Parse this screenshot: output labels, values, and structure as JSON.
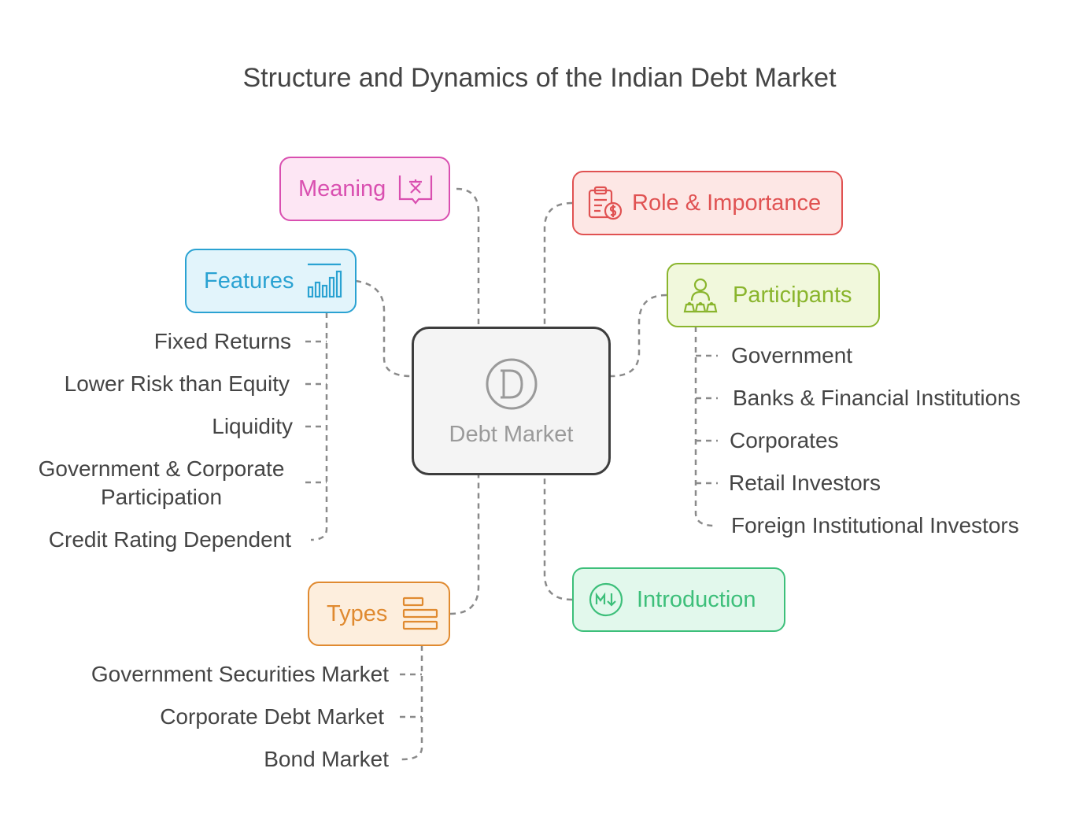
{
  "title": "Structure and Dynamics of the Indian Debt Market",
  "center": {
    "label": "Debt Market",
    "icon": "d-letter-icon"
  },
  "nodes": {
    "meaning": {
      "label": "Meaning",
      "icon": "translate-book-icon",
      "color": "#d94fb0"
    },
    "role": {
      "label": "Role & Importance",
      "icon": "clipboard-dollar-icon",
      "color": "#e05252"
    },
    "features": {
      "label": "Features",
      "icon": "bar-chart-icon",
      "color": "#2aa2d2"
    },
    "participants": {
      "label": "Participants",
      "icon": "people-icon",
      "color": "#8ab52d"
    },
    "types": {
      "label": "Types",
      "icon": "stacked-bars-icon",
      "color": "#e08a30"
    },
    "introduction": {
      "label": "Introduction",
      "icon": "markdown-icon",
      "color": "#3dbf7a"
    }
  },
  "features_items": [
    "Fixed Returns",
    "Lower Risk than Equity",
    "Liquidity",
    "Government & Corporate Participation",
    "Credit Rating Dependent"
  ],
  "participants_items": [
    "Government",
    "Banks & Financial Institutions",
    "Corporates",
    "Retail Investors",
    "Foreign Institutional Investors"
  ],
  "types_items": [
    "Government Securities Market",
    "Corporate Debt Market",
    "Bond Market"
  ]
}
